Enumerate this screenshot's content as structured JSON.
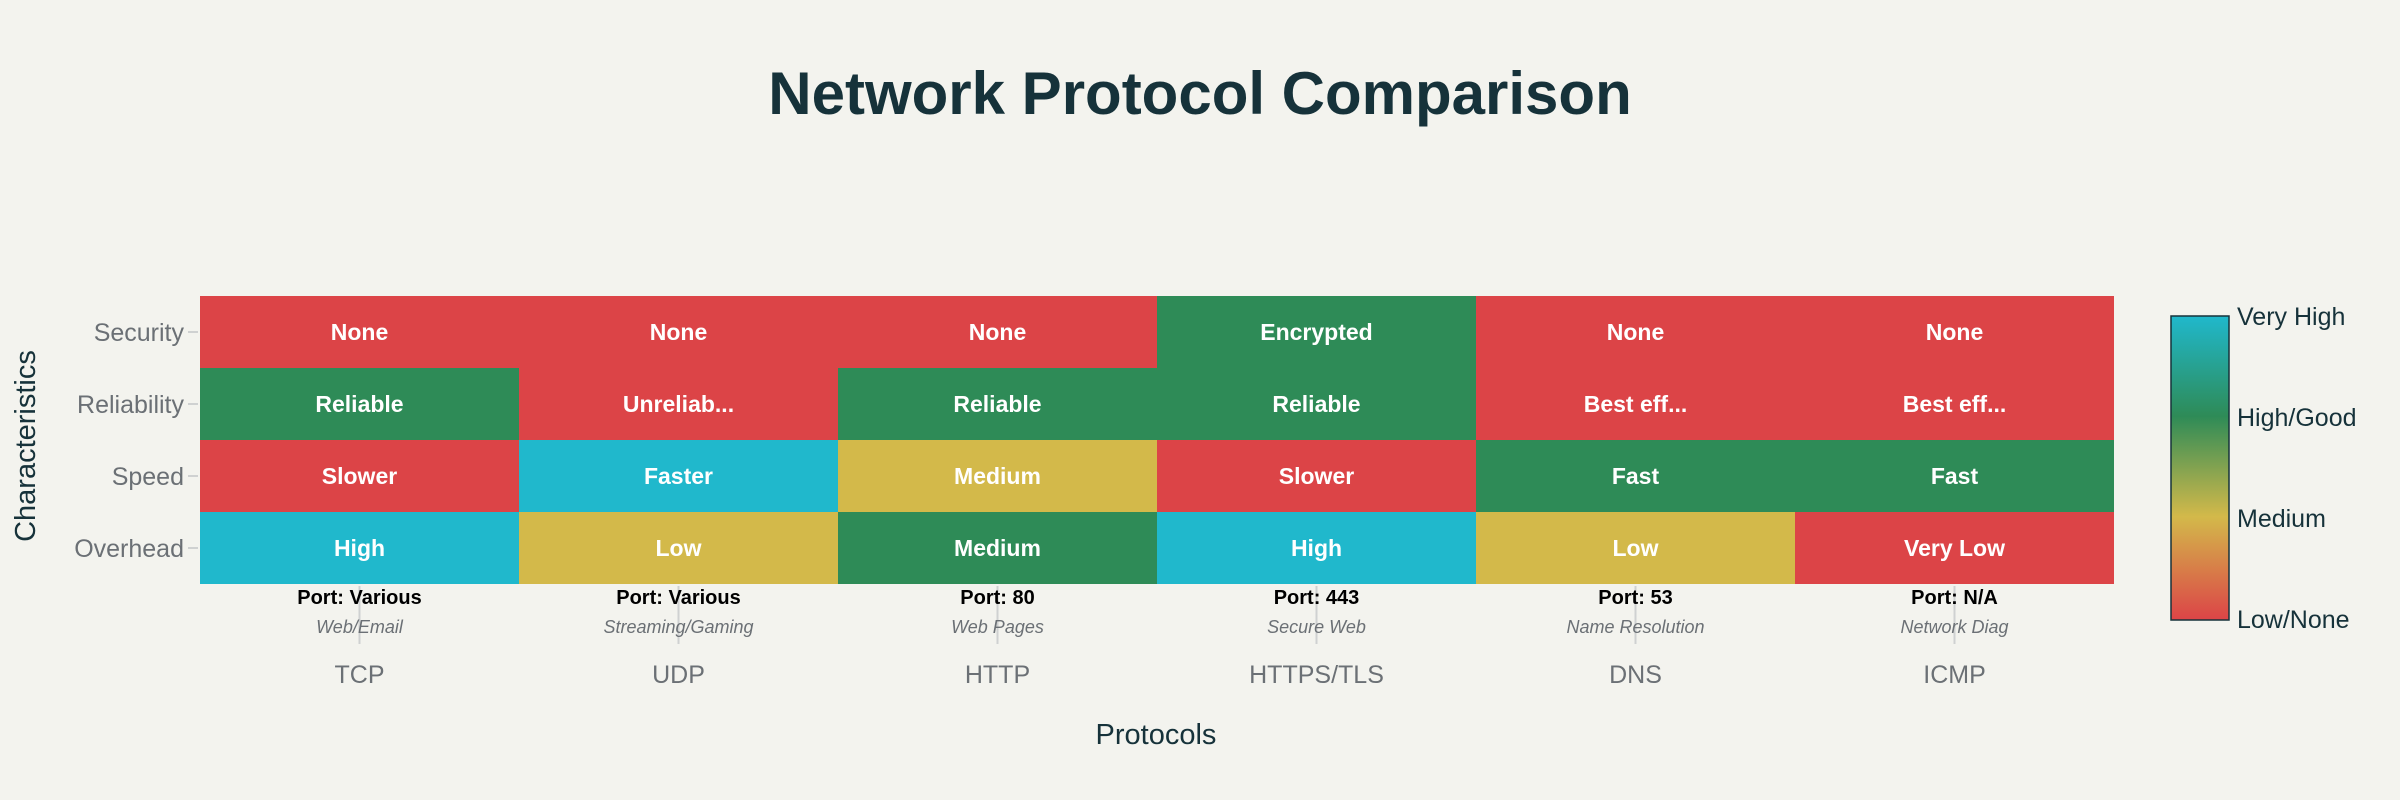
{
  "chart_data": {
    "type": "heatmap",
    "title": "Network Protocol Comparison",
    "xlabel": "Protocols",
    "ylabel": "Characteristics",
    "categories": [
      "TCP",
      "UDP",
      "HTTP",
      "HTTPS/TLS",
      "DNS",
      "ICMP"
    ],
    "ports": [
      "Port: Various",
      "Port: Various",
      "Port: 80",
      "Port: 443",
      "Port: 53",
      "Port: N/A"
    ],
    "uses": [
      "Web/Email",
      "Streaming/Gaming",
      "Web Pages",
      "Secure Web",
      "Name Resolution",
      "Network Diag"
    ],
    "rows": [
      "Security",
      "Reliability",
      "Speed",
      "Overhead"
    ],
    "cells": [
      [
        "None",
        "None",
        "None",
        "Encrypted",
        "None",
        "None"
      ],
      [
        "Reliable",
        "Unreliab...",
        "Reliable",
        "Reliable",
        "Best eff...",
        "Best eff..."
      ],
      [
        "Slower",
        "Faster",
        "Medium",
        "Slower",
        "Fast",
        "Fast"
      ],
      [
        "High",
        "Low",
        "Medium",
        "High",
        "Low",
        "Very Low"
      ]
    ],
    "values": [
      [
        0,
        0,
        0,
        2,
        0,
        0
      ],
      [
        2,
        0,
        2,
        2,
        0,
        0
      ],
      [
        0,
        3,
        1,
        0,
        2,
        2
      ],
      [
        3,
        1,
        2,
        3,
        1,
        0
      ]
    ],
    "zlim": [
      0,
      3
    ],
    "colorscale_labels": [
      "Very High",
      "High/Good",
      "Medium",
      "Low/None"
    ],
    "colors": {
      "low": "#dc4447",
      "medium": "#d3b94a",
      "high": "#2e8b57",
      "very_high": "#20b8cc",
      "title": "#16323a",
      "axis_text": "#6b7075",
      "background": "#f3f3ee"
    },
    "legend_position": "right",
    "grid": false
  }
}
